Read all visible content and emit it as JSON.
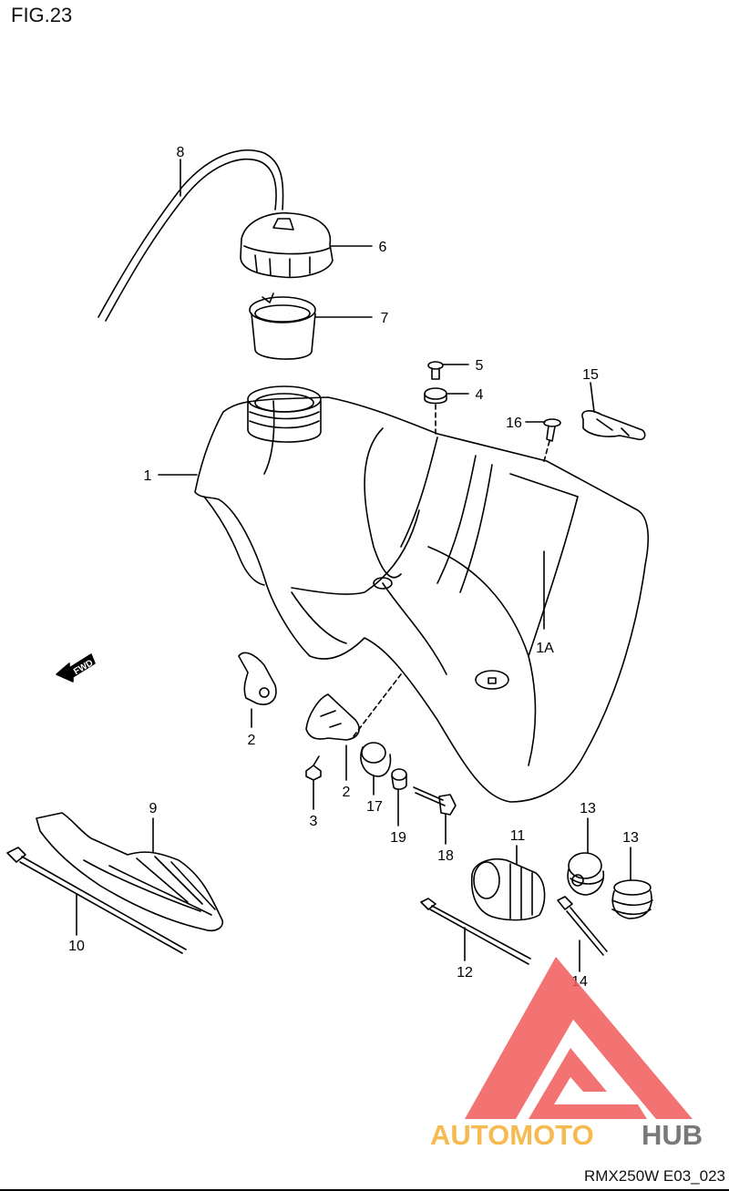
{
  "figure_label": "FIG.23",
  "diagram_code": "RMX250W E03_023",
  "fwd_label": "FWD",
  "watermark": {
    "text_part1": "AUTOMOTO",
    "text_part2": "HUB"
  },
  "colors": {
    "line": "#000000",
    "watermark_red": "#f25a5a",
    "watermark_orange": "#f6b33e",
    "watermark_gray": "#6b6b6b"
  },
  "callouts": [
    "8",
    "6",
    "7",
    "5",
    "4",
    "15",
    "16",
    "1",
    "1A",
    "2",
    "2",
    "3",
    "17",
    "19",
    "18",
    "9",
    "10",
    "11",
    "12",
    "13",
    "13",
    "14"
  ]
}
